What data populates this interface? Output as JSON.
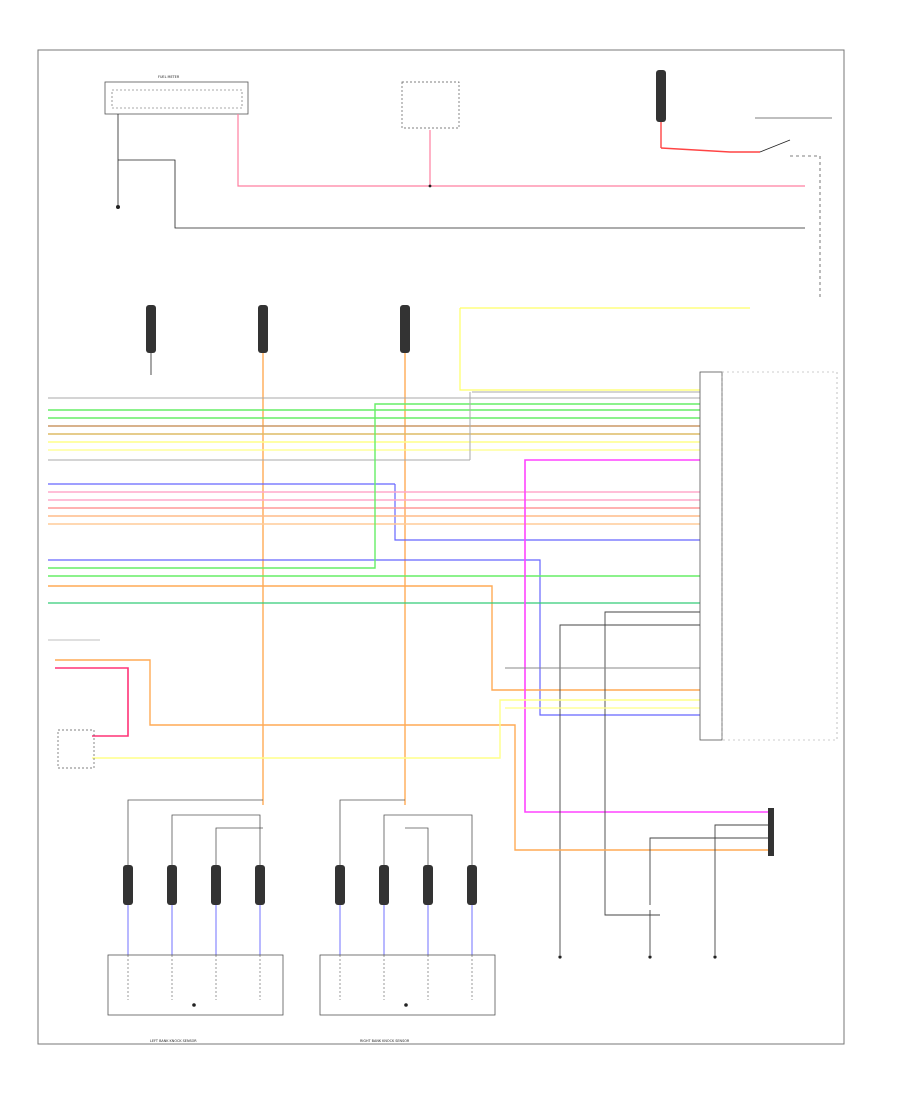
{
  "diagram": {
    "footer_code": "",
    "components": {
      "fuel_meter": {
        "title": "FUEL METER",
        "subtitle": ""
      },
      "ecm_top": {
        "title": "",
        "lines": []
      },
      "connector_top_right": {
        "pins": []
      },
      "pcm": {
        "title": "",
        "lines": []
      },
      "pcm_bottom": {
        "title": "",
        "lines": []
      },
      "left_knock": {
        "label": "LEFT BANK KNOCK SENSOR"
      },
      "right_knock": {
        "label": "RIGHT BANK KNOCK SENSOR"
      },
      "turbo_sensor": {
        "label": ""
      },
      "grounds": [
        {
          "label": ""
        },
        {
          "label": ""
        },
        {
          "label": ""
        }
      ]
    },
    "left_pins": [],
    "pcm_pins": []
  }
}
